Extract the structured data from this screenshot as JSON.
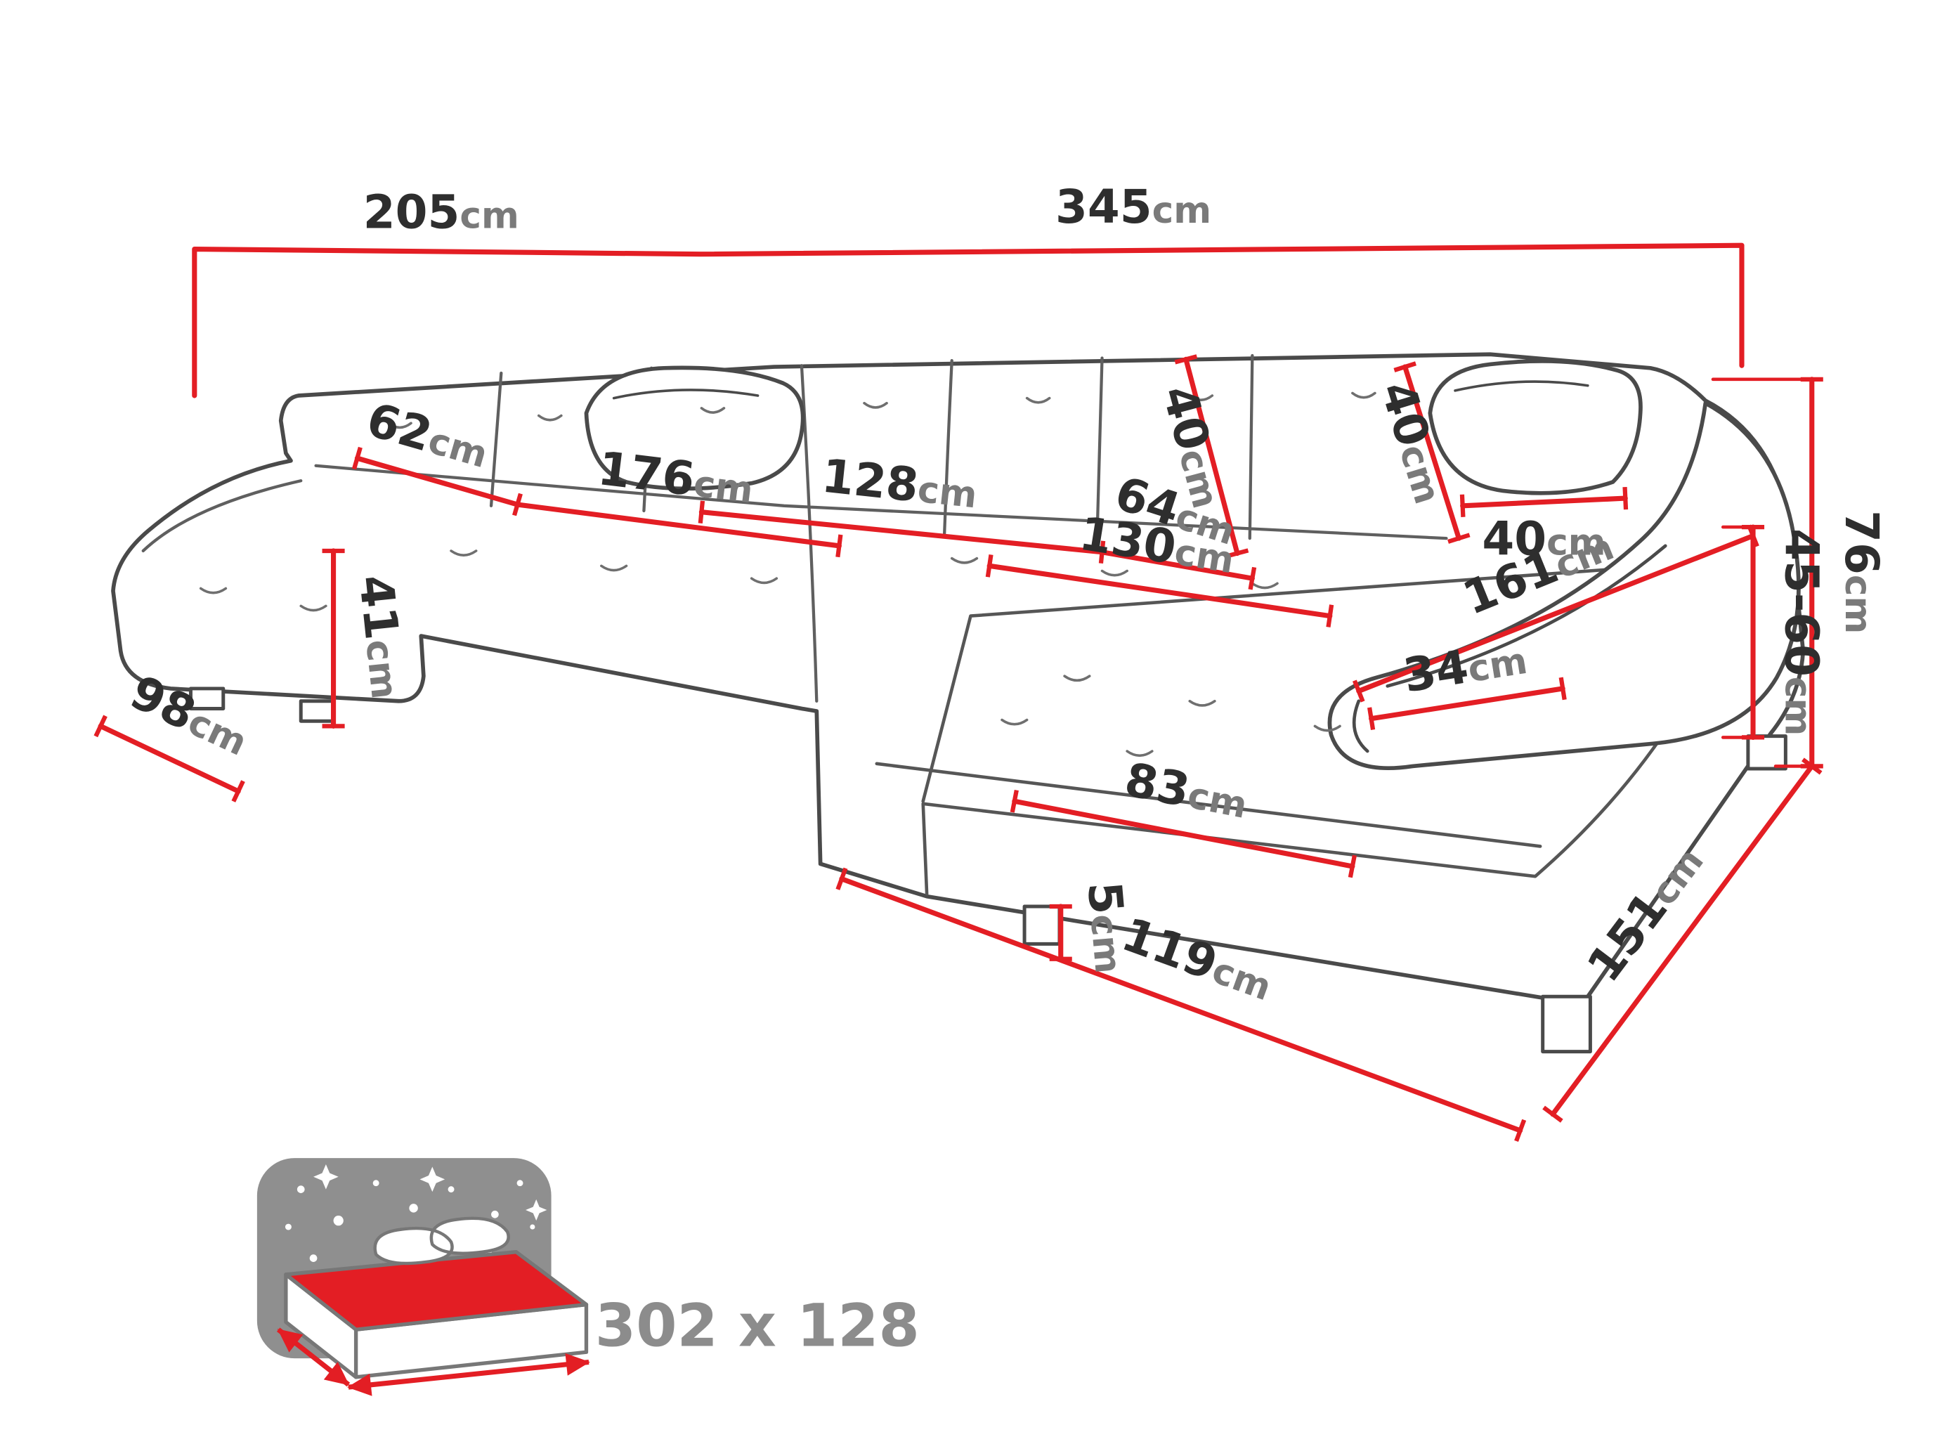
{
  "diagram": {
    "type": "corner-sofa-dimension-diagram",
    "accent_color": "#e31e24",
    "outline_color": "#4a4a4a",
    "dimensions": {
      "wall_left": {
        "value": "205",
        "unit": "cm"
      },
      "wall_right": {
        "value": "345",
        "unit": "cm"
      },
      "backrest_depth": {
        "value": "62",
        "unit": "cm"
      },
      "seat_left_length": {
        "value": "176",
        "unit": "cm"
      },
      "seat_mid_length": {
        "value": "128",
        "unit": "cm"
      },
      "seat_mid_depth": {
        "value": "64",
        "unit": "cm"
      },
      "pillow_mid_height": {
        "value": "40",
        "unit": "cm"
      },
      "pillow_right_height": {
        "value": "40",
        "unit": "cm"
      },
      "pillow_right_width": {
        "value": "40",
        "unit": "cm"
      },
      "seat_right_length": {
        "value": "130",
        "unit": "cm"
      },
      "seat_height": {
        "value": "41",
        "unit": "cm"
      },
      "chaise_left_width": {
        "value": "98",
        "unit": "cm"
      },
      "chaise_right_width": {
        "value": "83",
        "unit": "cm"
      },
      "armrest_width": {
        "value": "34",
        "unit": "cm"
      },
      "armrest_length": {
        "value": "161",
        "unit": "cm"
      },
      "armrest_height": {
        "value": "45-60",
        "unit": "cm"
      },
      "total_height": {
        "value": "76",
        "unit": "cm"
      },
      "chaise_right_depth": {
        "value": "151",
        "unit": "cm"
      },
      "foot_clearance": {
        "value": "5",
        "unit": "cm"
      },
      "front_width": {
        "value": "119",
        "unit": "cm"
      }
    },
    "sleeping_area": {
      "label": "302 x 128",
      "icon": "sleeping-function-bed-icon"
    }
  }
}
